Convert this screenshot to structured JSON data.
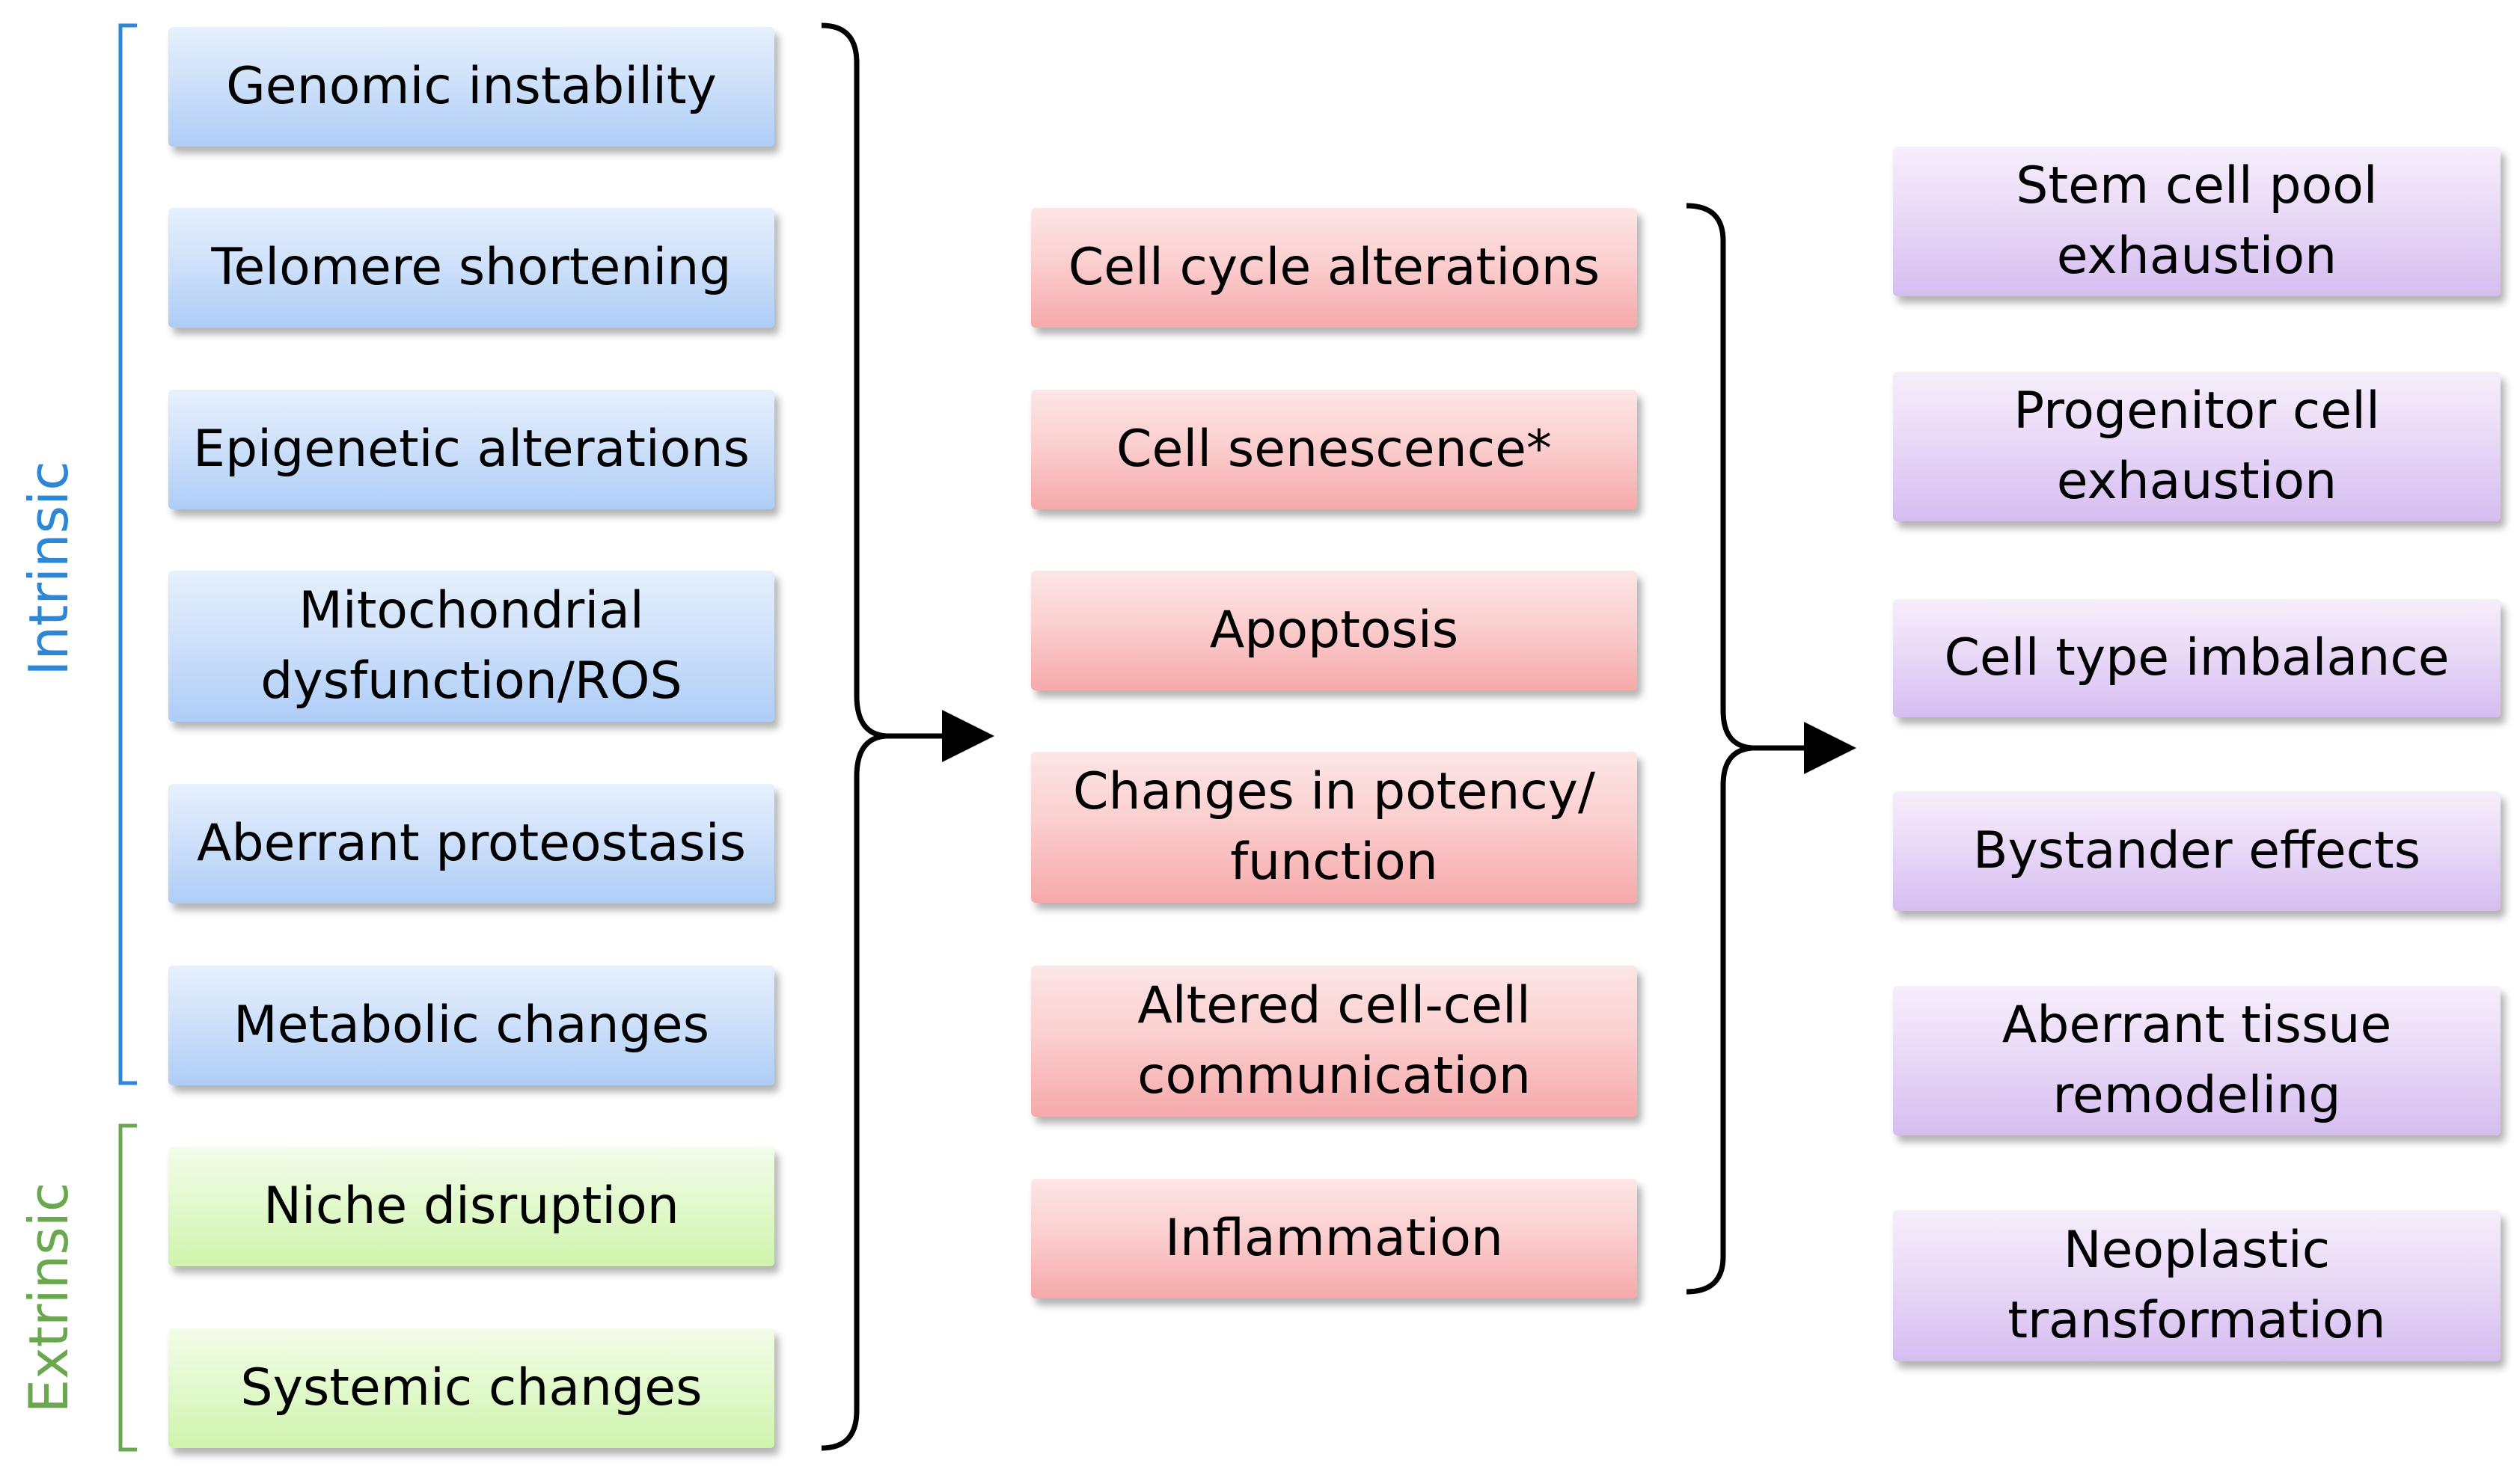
{
  "groups": {
    "intrinsic": {
      "label": "Intrinsic",
      "color": "#2e86d6"
    },
    "extrinsic": {
      "label": "Extrinsic",
      "color": "#6aa84f"
    }
  },
  "causes": [
    "Genomic instability",
    "Telomere shortening",
    "Epigenetic alterations",
    [
      "Mitochondrial",
      "dysfunction/ROS"
    ],
    "Aberrant proteostasis",
    "Metabolic changes",
    "Niche disruption",
    "Systemic changes"
  ],
  "cellular_effects": [
    "Cell cycle alterations",
    "Cell senescence*",
    "Apoptosis",
    [
      "Changes in potency/",
      "function"
    ],
    [
      "Altered cell-cell",
      "communication"
    ],
    "Inflammation"
  ],
  "tissue_outcomes": [
    [
      "Stem cell pool",
      "exhaustion"
    ],
    [
      "Progenitor cell",
      "exhaustion"
    ],
    "Cell type imbalance",
    "Bystander effects",
    [
      "Aberrant tissue",
      "remodeling"
    ],
    [
      "Neoplastic",
      "transformation"
    ]
  ]
}
